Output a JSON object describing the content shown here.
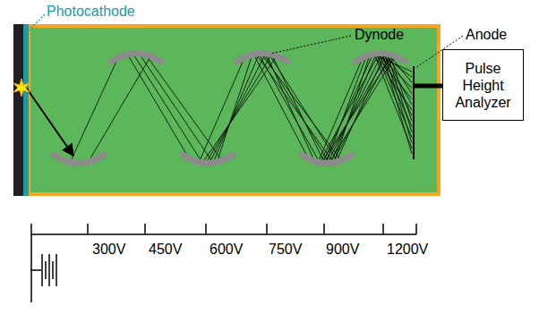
{
  "diagram": {
    "nodes": [
      {
        "text": [
          "Pulse Height Analyzer"
        ]
      }
    ],
    "labels": [
      "Photocathode",
      "Dynode",
      "Anode",
      "300V",
      "450V",
      "600V",
      "750V",
      "900V",
      "1200V"
    ]
  }
}
